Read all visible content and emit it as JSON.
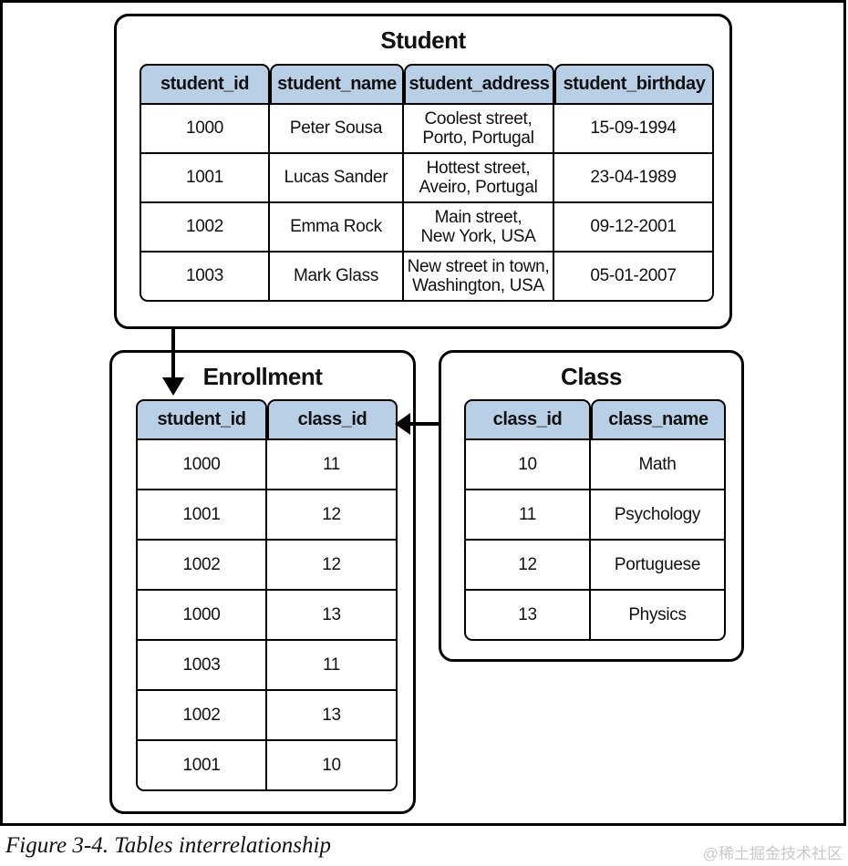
{
  "figure": {
    "caption": "Figure 3-4. Tables interrelationship",
    "watermark": "@稀土掘金技术社区"
  },
  "colors": {
    "table_header_bg": "#b9cfe5",
    "line_color": "#000000",
    "watermark_color": "#c9c9c9"
  },
  "tables": {
    "student": {
      "title": "Student",
      "columns": [
        "student_id",
        "student_name",
        "student_address",
        "student_birthday"
      ],
      "rows": [
        [
          "1000",
          "Peter Sousa",
          "Coolest street,\nPorto, Portugal",
          "15-09-1994"
        ],
        [
          "1001",
          "Lucas Sander",
          "Hottest street,\nAveiro, Portugal",
          "23-04-1989"
        ],
        [
          "1002",
          "Emma Rock",
          "Main street,\nNew York, USA",
          "09-12-2001"
        ],
        [
          "1003",
          "Mark Glass",
          "New street in town,\nWashington, USA",
          "05-01-2007"
        ]
      ]
    },
    "enrollment": {
      "title": "Enrollment",
      "columns": [
        "student_id",
        "class_id"
      ],
      "rows": [
        [
          "1000",
          "11"
        ],
        [
          "1001",
          "12"
        ],
        [
          "1002",
          "12"
        ],
        [
          "1000",
          "13"
        ],
        [
          "1003",
          "11"
        ],
        [
          "1002",
          "13"
        ],
        [
          "1001",
          "10"
        ]
      ]
    },
    "class": {
      "title": "Class",
      "columns": [
        "class_id",
        "class_name"
      ],
      "rows": [
        [
          "10",
          "Math"
        ],
        [
          "11",
          "Psychology"
        ],
        [
          "12",
          "Portuguese"
        ],
        [
          "13",
          "Physics"
        ]
      ]
    }
  },
  "relationships": {
    "student_to_enrollment": "Student.student_id -> Enrollment.student_id",
    "class_to_enrollment": "Class.class_id -> Enrollment.class_id"
  }
}
